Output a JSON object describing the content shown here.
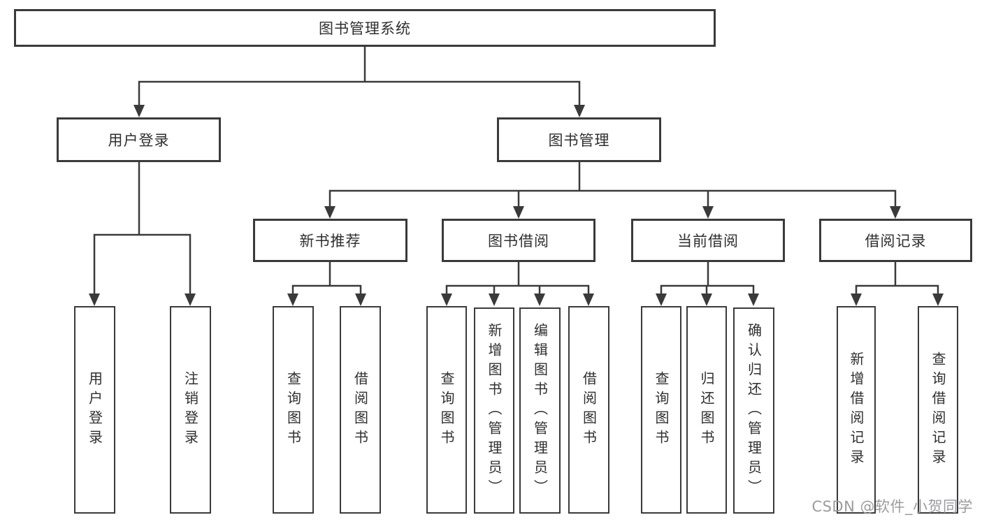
{
  "diagram": {
    "root": {
      "label": "图书管理系统"
    },
    "branches": [
      {
        "label": "用户登录",
        "children": [
          {
            "label": "用户登录"
          },
          {
            "label": "注销登录"
          }
        ]
      },
      {
        "label": "图书管理",
        "children": [
          {
            "label": "新书推荐",
            "children": [
              {
                "label": "查询图书"
              },
              {
                "label": "借阅图书"
              }
            ]
          },
          {
            "label": "图书借阅",
            "children": [
              {
                "label": "查询图书"
              },
              {
                "label": "新增图书（管理员）"
              },
              {
                "label": "编辑图书（管理员）"
              },
              {
                "label": "借阅图书"
              }
            ]
          },
          {
            "label": "当前借阅",
            "children": [
              {
                "label": "查询图书"
              },
              {
                "label": "归还图书"
              },
              {
                "label": "确认归还（管理员）"
              }
            ]
          },
          {
            "label": "借阅记录",
            "children": [
              {
                "label": "新增借阅记录"
              },
              {
                "label": "查询借阅记录"
              }
            ]
          }
        ]
      }
    ]
  },
  "watermark": {
    "text": "CSDN @软件_小贺同学",
    "color": "#9c9ca0"
  },
  "colors": {
    "stroke": "#3a3a3a",
    "text": "#2f2f2f",
    "background": "#ffffff"
  }
}
